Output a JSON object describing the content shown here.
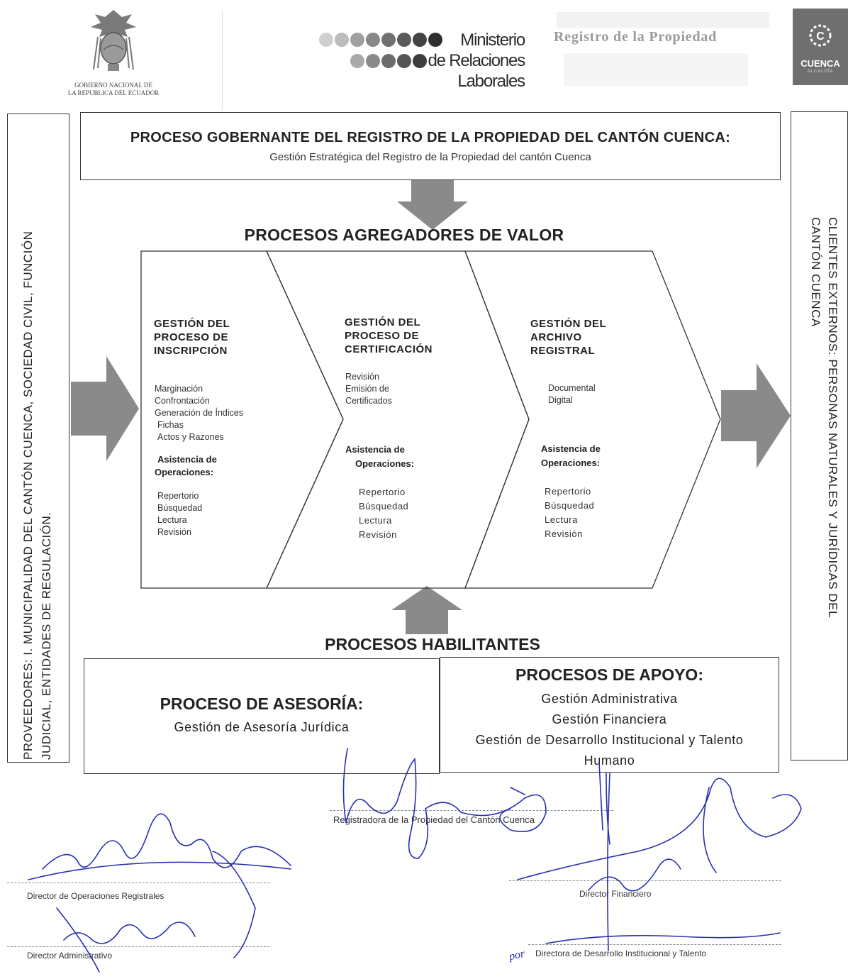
{
  "header": {
    "gov_line1": "GOBIERNO NACIONAL DE",
    "gov_line2": "LA REPUBLICA DEL ECUADOR",
    "ministry_lines": [
      "Ministerio",
      "de Relaciones",
      "Laborales"
    ],
    "registro": "Registro de la Propiedad",
    "cuenca_logo": "CUENCA",
    "cuenca_sub": "ALCALDÍA"
  },
  "left_side": {
    "line1": "PROVEEDORES: I. MUNICIPALIDAD DEL CANTÓN CUENCA, SOCIEDAD CIVIL, FUNCIÓN",
    "line2": "JUDICIAL, ENTIDADES DE REGULACIÓN."
  },
  "right_side": {
    "line1": "CLIENTES EXTERNOS: PERSONAS NATURALES Y JURÍDICAS DEL",
    "line2": "CANTÓN CUENCA"
  },
  "gobernante": {
    "title": "PROCESO GOBERNANTE DEL REGISTRO DE LA PROPIEDAD DEL CANTÓN CUENCA:",
    "subtitle": "Gestión Estratégica del Registro de la Propiedad del cantón Cuenca"
  },
  "agregadores": {
    "title": "PROCESOS AGREGADORES DE VALOR",
    "columns": [
      {
        "title": [
          "GESTIÓN DEL",
          "PROCESO DE",
          "INSCRIPCIÓN"
        ],
        "items": [
          "Marginación",
          "Confrontación",
          "Generación de Índices",
          "Fichas",
          "Actos y Razones"
        ],
        "sub": [
          "Asistencia de",
          "Operaciones:"
        ],
        "sub_items": [
          "Repertorio",
          "Búsquedad",
          "Lectura",
          "Revisión"
        ]
      },
      {
        "title": [
          "GESTIÓN DEL",
          "PROCESO DE",
          "CERTIFICACIÓN"
        ],
        "items": [
          "Revisión",
          "Emisión de",
          "Certificados"
        ],
        "sub": [
          "Asistencia de",
          "Operaciones:"
        ],
        "sub_items": [
          "Repertorio",
          "Búsquedad",
          "Lectura",
          "Revisión"
        ]
      },
      {
        "title": [
          "GESTIÓN DEL",
          "ARCHIVO",
          "REGISTRAL"
        ],
        "items": [
          "Documental",
          "Digital"
        ],
        "sub": [
          "Asistencia de",
          "Operaciones:"
        ],
        "sub_items": [
          "Repertorio",
          "Búsquedad",
          "Lectura",
          "Revisión"
        ]
      }
    ]
  },
  "habilitantes": {
    "title": "PROCESOS HABILITANTES",
    "asesoria_title": "PROCESO DE ASESORÍA:",
    "asesoria_item": "Gestión de Asesoría Jurídica",
    "apoyo_title": "PROCESOS DE APOYO:",
    "apoyo_items": [
      "Gestión Administrativa",
      "Gestión Financiera",
      "Gestión de Desarrollo Institucional y Talento",
      "Humano"
    ]
  },
  "signatures": {
    "registradora": "Registradora de la Propiedad del Cantón Cuenca",
    "dir_operaciones": "Director de Operaciones Registrales",
    "dir_financiero": "Director Financiero",
    "dir_administrativo": "Director Administrativo",
    "dir_desarrollo": "Directora de Desarrollo Institucional y Talento",
    "por_note": "por"
  },
  "colors": {
    "arrow": "#8a8a8a",
    "ink": "#2a2fb0",
    "border": "#333333"
  }
}
